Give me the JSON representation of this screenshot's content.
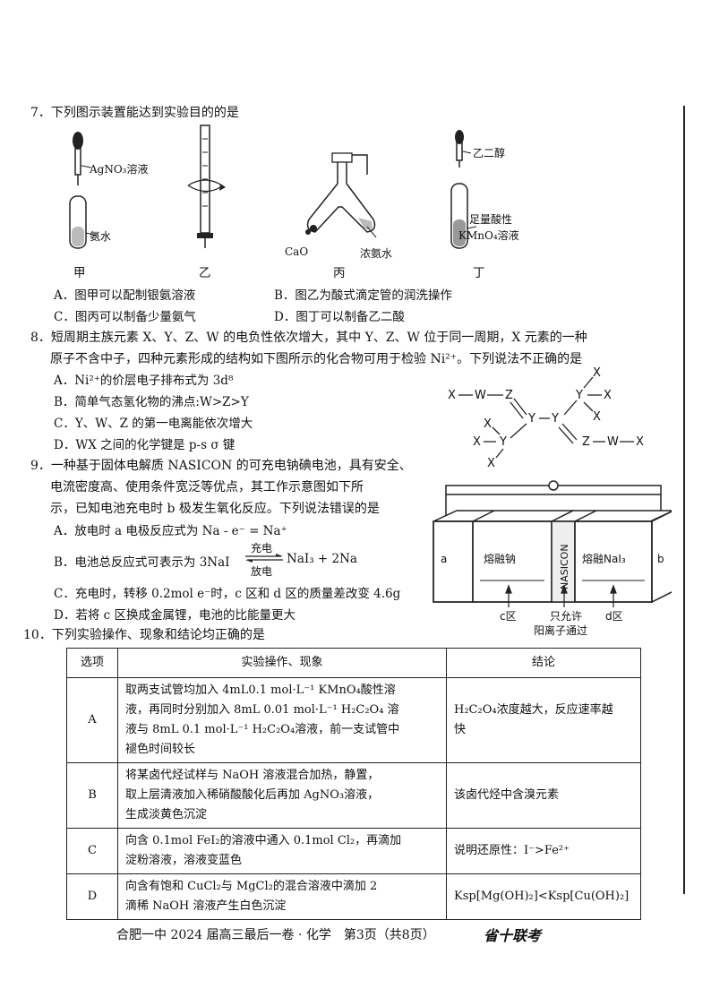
{
  "q7": {
    "stem": "7．下列图示装置能达到实验目的的是",
    "labels": {
      "agno3": "AgNO₃溶液",
      "ammonia": "氨水",
      "jia": "甲",
      "yi": "乙",
      "cao": "CaO",
      "nongan": "浓氨水",
      "bing": "丙",
      "ethylene_glycol": "乙二醇",
      "kmno4_1": "足量酸性",
      "kmno4_2": "KMnO₄溶液",
      "ding": "丁"
    },
    "options": {
      "A": "A．图甲可以配制银氨溶液",
      "B": "B．图乙为酸式滴定管的润洗操作",
      "C": "C．图丙可以制备少量氨气",
      "D": "D．图丁可以制备乙二酸"
    }
  },
  "q8": {
    "stem1": "8．短周期主族元素 X、Y、Z、W 的电负性依次增大，其中 Y、Z、W 位于同一周期，X 元素的一种",
    "stem2": "原子不含中子，四种元素形成的结构如下图所示的化合物可用于检验 Ni²⁺。下列说法不正确的是",
    "options": {
      "A": "A．Ni²⁺的价层电子排布式为 3d⁸",
      "B": "B．简单气态氢化物的沸点:W>Z>Y",
      "C": "C．Y、W、Z 的第一电离能依次增大",
      "D": "D．WX 之间的化学键是 p-s σ 键"
    },
    "atoms": {
      "X": "X",
      "Y": "Y",
      "Z": "Z",
      "W": "W"
    }
  },
  "q9": {
    "stem1": "9．一种基于固体电解质 NASICON 的可充电钠碘电池，具有安全、",
    "stem2": "电流密度高、使用条件宽泛等优点，其工作示意图如下所",
    "stem3": "示，已知电池充电时 b 极发生氧化反应。下列说法错误的是",
    "options": {
      "A": "A．放电时 a 电极反应式为 Na - e⁻ = Na⁺",
      "B_pre": "B．电池总反应式可表示为 3NaI",
      "B_top": "充电",
      "B_bottom": "放电",
      "B_post": "NaI₃ + 2Na",
      "C": "C．充电时，转移 0.2mol e⁻时，c 区和 d 区的质量差改变 4.6g",
      "D": "D．若将 c 区换成金属锂，电池的比能量更大"
    },
    "diagram": {
      "a": "a",
      "b": "b",
      "molten_na": "熔融钠",
      "nasicon": "NASICON",
      "molten_nai3": "熔融NaI₃",
      "c_zone": "c区",
      "only_allow": "只允许",
      "cation_pass": "阳离子通过",
      "d_zone": "d区"
    }
  },
  "q10": {
    "stem": "10．下列实验操作、现象和结论均正确的是",
    "headers": [
      "选项",
      "实验操作、现象",
      "结论"
    ],
    "rows": [
      {
        "opt": "A",
        "op": [
          "取两支试管均加入 4mL0.1 mol·L⁻¹ KMnO₄酸性溶",
          "液，再同时分别加入 8mL 0.01 mol·L⁻¹ H₂C₂O₄ 溶",
          "液与 8mL 0.1 mol·L⁻¹ H₂C₂O₄溶液，前一支试管中",
          "褪色时间较长"
        ],
        "con": [
          "H₂C₂O₄浓度越大，反应速率越",
          "快"
        ]
      },
      {
        "opt": "B",
        "op": [
          "将某卤代烃试样与 NaOH 溶液混合加热，静置，",
          "取上层清液加入稀硝酸酸化后再加 AgNO₃溶液，",
          "生成淡黄色沉淀"
        ],
        "con": [
          "该卤代烃中含溴元素"
        ]
      },
      {
        "opt": "C",
        "op": [
          "向含 0.1mol FeI₂的溶液中通入 0.1mol Cl₂，再滴加",
          "淀粉溶液，溶液变蓝色"
        ],
        "con": [
          "说明还原性：I⁻>Fe²⁺"
        ]
      },
      {
        "opt": "D",
        "op": [
          "向含有饱和 CuCl₂与 MgCl₂的混合溶液中滴加 2",
          "滴稀 NaOH 溶液产生白色沉淀"
        ],
        "con": [
          "Ksp[Mg(OH)₂]<Ksp[Cu(OH)₂]"
        ]
      }
    ]
  },
  "footer": {
    "text": "合肥一中 2024 届高三最后一卷 · 化学　第3页（共8页）",
    "stamp": "省十联考"
  }
}
